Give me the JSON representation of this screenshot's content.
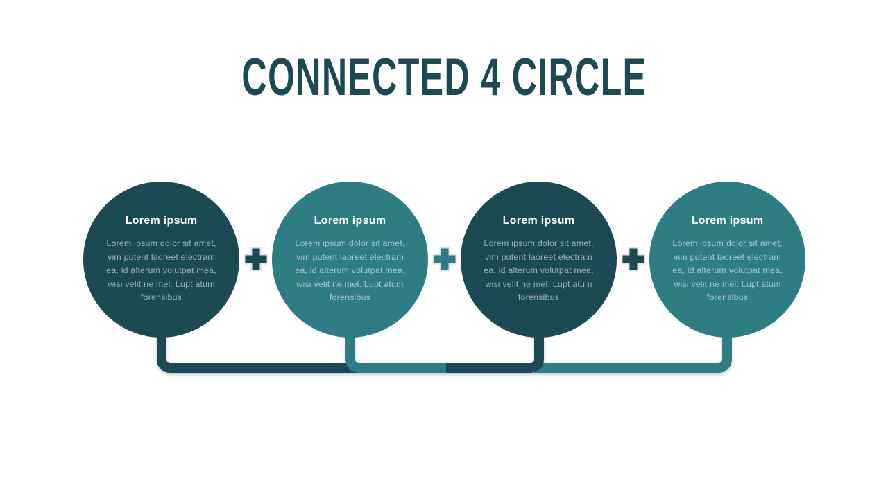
{
  "slide_title": "CONNECTED 4 CIRCLE",
  "theme": {
    "background": "#ffffff",
    "dark_teal": "#1c4a52",
    "light_teal": "#2e7d85",
    "title_color": "#1c4a52",
    "heading_text_color": "#ffffff",
    "plus_outline": "#dbe3e5"
  },
  "circles": [
    {
      "tone": "dark",
      "color": "#1c4a52",
      "heading": "Lorem ipsum",
      "body_lines": [
        "Lorem ipsum dolor sit amet,",
        "vim putent laoreet electram",
        "ea, id alterum volutpat mea,",
        "wisi velit ne mel. Lupt atum",
        "forensibus"
      ]
    },
    {
      "tone": "light",
      "color": "#2e7d85",
      "heading": "Lorem ipsum",
      "body_lines": [
        "Lorem ipsum dolor sit amet,",
        "vim putent laoreet electram",
        "ea, id alterum volutpat mea,",
        "wisi velit ne mel. Lupt atum",
        "forensibus"
      ]
    },
    {
      "tone": "dark",
      "color": "#1c4a52",
      "heading": "Lorem ipsum",
      "body_lines": [
        "Lorem ipsum dolor sit amet,",
        "vim putent laoreet electram",
        "ea, id alterum volutpat mea,",
        "wisi velit ne mel. Lupt atum",
        "forensibus"
      ]
    },
    {
      "tone": "light",
      "color": "#2e7d85",
      "heading": "Lorem ipsum",
      "body_lines": [
        "Lorem ipsum dolor sit amet,",
        "vim putent laoreet electram",
        "ea, id alterum volutpat mea,",
        "wisi velit ne mel. Lupt atum",
        "forensibus"
      ]
    }
  ],
  "plus_connectors": [
    {
      "position": "between-circle-1-2",
      "color": "#1c4a52"
    },
    {
      "position": "between-circle-2-3",
      "color": "#2e7d85"
    },
    {
      "position": "between-circle-3-4",
      "color": "#1c4a52"
    }
  ],
  "bottom_links": [
    {
      "from": "circle-1",
      "direction": "right",
      "color": "#1c4a52"
    },
    {
      "from": "circle-2",
      "direction": "right",
      "color": "#2e7d85"
    },
    {
      "from": "circle-4",
      "direction": "left",
      "color": "#2e7d85"
    },
    {
      "from": "circle-3",
      "direction": "left",
      "color": "#1c4a52"
    }
  ]
}
